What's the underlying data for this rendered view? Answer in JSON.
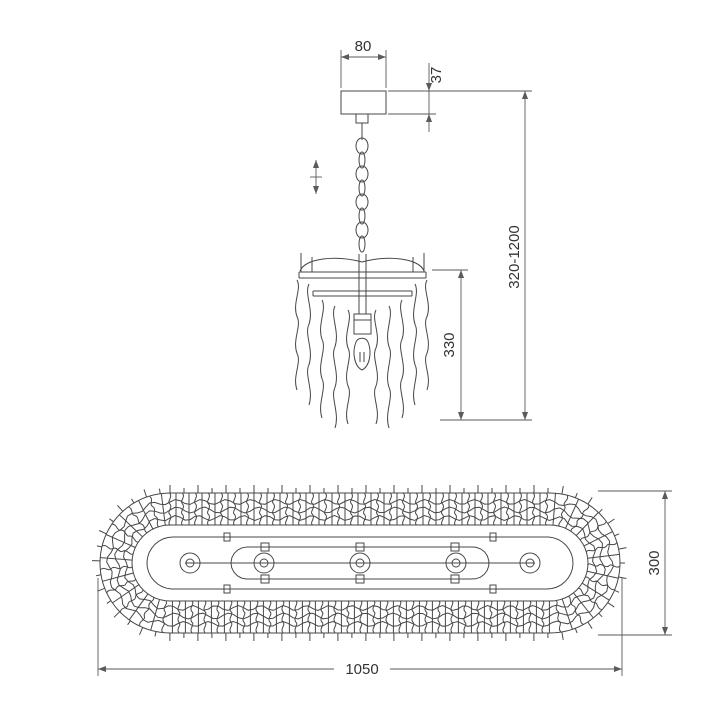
{
  "dimensions": {
    "canopy_width": "80",
    "canopy_height": "37",
    "suspension_height": "320-1200",
    "body_height": "330",
    "overall_length": "1050",
    "overall_width": "300"
  }
}
